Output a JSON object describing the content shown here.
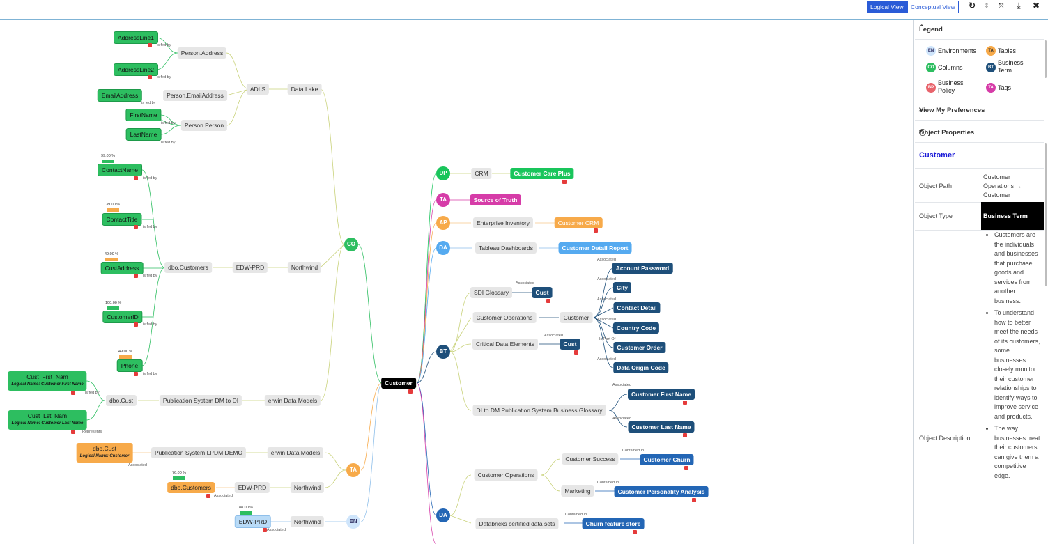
{
  "toolbar": {
    "logical": "Logical View",
    "conceptual": "Conceptual View",
    "icons": [
      "refresh-icon",
      "expand-icon",
      "collapse-icon",
      "download-icon",
      "close-icon"
    ]
  },
  "graph": {
    "root": "Customer",
    "nodes": {
      "al1": "AddressLine1",
      "al2": "AddressLine2",
      "email": "EmailAddress",
      "first": "FirstName",
      "last": "LastName",
      "padr": "Person.Address",
      "pemail": "Person.EmailAddress",
      "pperson": "Person.Person",
      "adls": "ADLS",
      "datalake": "Data Lake",
      "contactname": "ContactName",
      "contacttitle": "ContactTitle",
      "custaddress": "CustAddress",
      "customerid": "CustomerID",
      "phone": "Phone",
      "dbocustomers": "dbo.Customers",
      "edwprd": "EDW-PRD",
      "northwind": "Northwind",
      "custfrst": "Cust_Frst_Nam",
      "custfrst_logical": "Logical Name: Customer First Name",
      "custlst": "Cust_Lst_Nam",
      "custlst_logical": "Logical Name: Customer Last Name",
      "dbocust": "dbo.Cust",
      "pubsys": "Publication System DM to DI",
      "erwin": "erwin Data Models",
      "tdbocust": "dbo.Cust",
      "tdbocust_logical": "Logical Name: Customer",
      "tpub": "Publication System LPDM DEMO",
      "terwin": "erwin Data Models",
      "tdbocustomers": "dbo.Customers",
      "tedw": "EDW-PRD",
      "tnorthwind": "Northwind",
      "eedw": "EDW-PRD",
      "enorthwind": "Northwind",
      "crm": "CRM",
      "ccp": "Customer Care Plus",
      "sot": "Source of Truth",
      "entinv": "Enterprise Inventory",
      "custcrm": "Customer CRM",
      "tableau": "Tableau Dashboards",
      "cdr": "Customer Detail Report",
      "sdi": "SDI Glossary",
      "cust1": "Cust",
      "custops": "Customer Operations",
      "customer2": "Customer",
      "cde": "Critical Data Elements",
      "cust2": "Cust",
      "ap": "Account Password",
      "city": "City",
      "cd": "Contact Detail",
      "cc": "Country Code",
      "co": "Customer Order",
      "doc": "Data Origin Code",
      "ditodm": "DI to DM Publication System Business Glossary",
      "cfn": "Customer First Name",
      "cln": "Customer Last Name",
      "dcustops": "Customer Operations",
      "cs": "Customer Success",
      "marketing": "Marketing",
      "churn": "Customer Churn",
      "cpa": "Customer Personality Analysis",
      "dbcert": "Databricks certified data sets",
      "cfs": "Churn feature store"
    },
    "circles": {
      "co": "CO",
      "ta": "TA",
      "en": "EN",
      "dp": "DP",
      "ta2": "TA",
      "ap": "AP",
      "da": "DA",
      "bt": "BT",
      "da2": "DA"
    },
    "edge_labels": {
      "fedby": "is fed by",
      "represents": "Represents",
      "associated": "Associated",
      "contained": "Contained In",
      "ispartof": "Is Part Of"
    },
    "percents": {
      "contactname": "99.00 %",
      "contacttitle": "39.00 %",
      "custaddress": "49.00 %",
      "customerid": "100.00 %",
      "phone": "49.00 %",
      "tdbocustomers": "76.00 %",
      "eedw": "88.00 %"
    },
    "colors": {
      "green": "#2dbe60",
      "orange": "#f7aa4a",
      "blue": "#2366b5",
      "darkblue": "#1e4f7a",
      "pink": "#d63ca8",
      "lightblue": "#55aaf0"
    }
  },
  "panel": {
    "legend_title": "Legend",
    "legend": [
      {
        "abbr": "EN",
        "label": "Environments",
        "color": "#cfe5fb"
      },
      {
        "abbr": "TA",
        "label": "Tables",
        "color": "#f7aa4a"
      },
      {
        "abbr": "CO",
        "label": "Columns",
        "color": "#2dbe60"
      },
      {
        "abbr": "BT",
        "label": "Business Term",
        "color": "#1e4f7a"
      },
      {
        "abbr": "BP",
        "label": "Business Policy",
        "color": "#e8646c"
      },
      {
        "abbr": "TA",
        "label": "Tags",
        "color": "#d63ca8"
      }
    ],
    "prefs_title": "View My Preferences",
    "props_title": "Object Properties",
    "object_name": "Customer",
    "path_label": "Object Path",
    "path_value": "Customer Operations → Customer",
    "type_label": "Object Type",
    "type_value": "Business Term",
    "desc_label": "Object Description",
    "desc_items": [
      "Customers are the individuals and businesses that purchase goods and services from another business.",
      "To understand how to better meet the needs of its customers, some businesses closely monitor their customer relationships to identify ways to improve service and products.",
      "The way businesses treat their customers can give them a competitive edge."
    ]
  }
}
